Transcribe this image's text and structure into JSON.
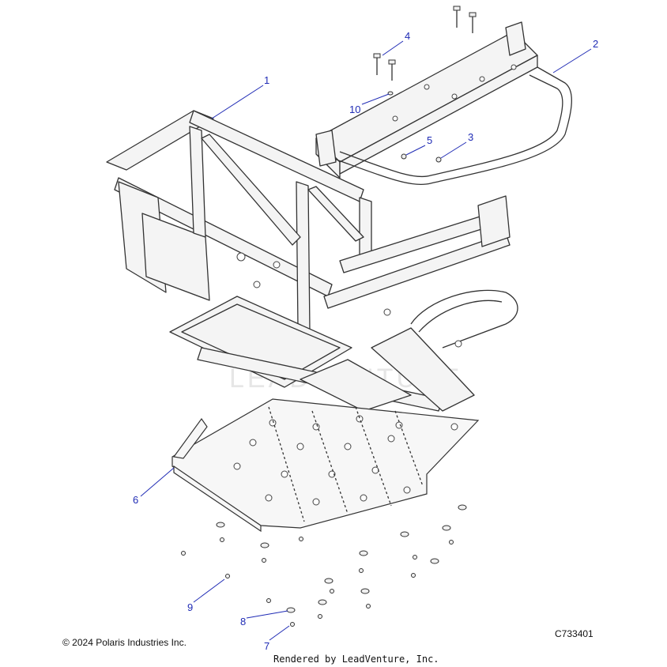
{
  "diagram": {
    "callouts": [
      {
        "num": "1",
        "part": "main-frame"
      },
      {
        "num": "2",
        "part": "rear-cargo-frame"
      },
      {
        "num": "3",
        "part": "screw"
      },
      {
        "num": "4",
        "part": "bolt"
      },
      {
        "num": "5",
        "part": "nut"
      },
      {
        "num": "6",
        "part": "skid-plate"
      },
      {
        "num": "7",
        "part": "screw"
      },
      {
        "num": "8",
        "part": "washer"
      },
      {
        "num": "9",
        "part": "push-rivet"
      },
      {
        "num": "10",
        "part": "washer"
      }
    ],
    "watermark": "LEADVENTURE"
  },
  "footer": {
    "copyright": "© 2024 Polaris Industries Inc.",
    "diagram_code": "C733401",
    "rendered_by": "Rendered by LeadVenture, Inc."
  }
}
